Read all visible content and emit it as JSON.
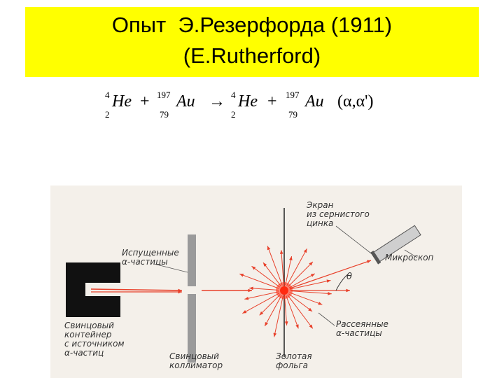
{
  "title": {
    "line1": "Опыт  Э.Резерфорда (1911)",
    "line2": "(E.Rutherford)",
    "background_color": "#ffff00"
  },
  "equation": {
    "he_mass": "4",
    "he_charge": "2",
    "he_symbol": "He",
    "au_mass": "197",
    "au_charge": "79",
    "au_symbol": "Au",
    "plus": "+",
    "arrow": "→",
    "reaction_notation": "(α,α')"
  },
  "figure": {
    "labels": {
      "emitted_particles": "Испущенные\nα-частицы",
      "screen": "Экран\nиз сернистого\nцинка",
      "microscope": "Микроскоп",
      "angle": "θ",
      "scattered_particles": "Рассеянные\nα-частицы",
      "lead_container": "Свинцовый\nконтейнер\nс источником\nα-частиц",
      "lead_collimator": "Свинцовый\nколлиматор",
      "gold_foil": "Золотая\nфольга"
    },
    "colors": {
      "rays": "#e8402a",
      "foil_glow": "#ff2a10",
      "container": "#111111",
      "collimator": "#9a9a9a",
      "background": "#f4f0ea"
    }
  }
}
